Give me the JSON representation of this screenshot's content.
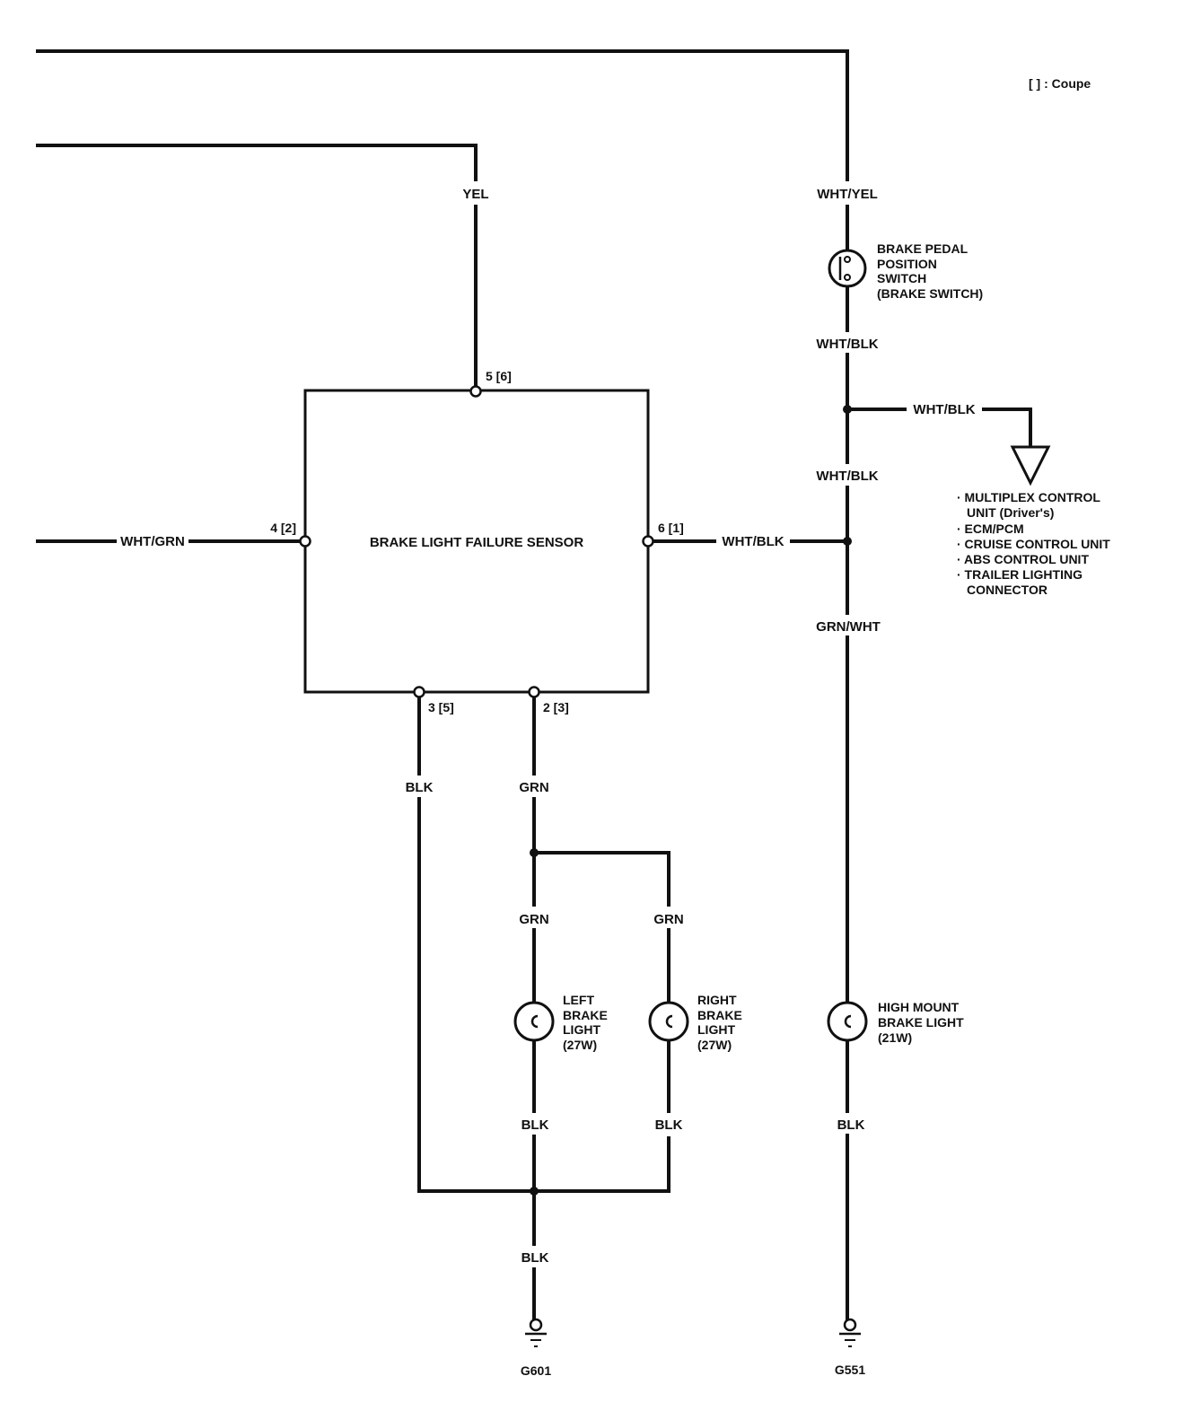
{
  "legend": "[ ] : Coupe",
  "sensor": {
    "name": "BRAKE LIGHT FAILURE SENSOR",
    "pin_top": "5 [6]",
    "pin_left": "4 [2]",
    "pin_right": "6 [1]",
    "pin_bottom_left": "3 [5]",
    "pin_bottom_right": "2 [3]"
  },
  "wires": {
    "yel": "YEL",
    "wht_yel": "WHT/YEL",
    "wht_blk_1": "WHT/BLK",
    "wht_blk_branch": "WHT/BLK",
    "wht_blk_2": "WHT/BLK",
    "wht_blk_3": "WHT/BLK",
    "wht_grn": "WHT/GRN",
    "grn_wht": "GRN/WHT",
    "blk_sensor": "BLK",
    "grn_sensor": "GRN",
    "grn_left": "GRN",
    "grn_right": "GRN",
    "blk_left": "BLK",
    "blk_right": "BLK",
    "blk_ground": "BLK",
    "blk_high": "BLK"
  },
  "switch": {
    "line1": "BRAKE PEDAL",
    "line2": "POSITION",
    "line3": "SWITCH",
    "line4": "(BRAKE SWITCH)"
  },
  "destinations": [
    "· MULTIPLEX CONTROL",
    "UNIT (Driver's)",
    "· ECM/PCM",
    "· CRUISE CONTROL UNIT",
    "· ABS CONTROL UNIT",
    "· TRAILER LIGHTING",
    "CONNECTOR"
  ],
  "left_light": {
    "line1": "LEFT",
    "line2": "BRAKE",
    "line3": "LIGHT",
    "line4": "(27W)"
  },
  "right_light": {
    "line1": "RIGHT",
    "line2": "BRAKE",
    "line3": "LIGHT",
    "line4": "(27W)"
  },
  "high_light": {
    "line1": "HIGH MOUNT",
    "line2": "BRAKE LIGHT",
    "line3": "(21W)"
  },
  "grounds": {
    "left": "G601",
    "right": "G551"
  }
}
